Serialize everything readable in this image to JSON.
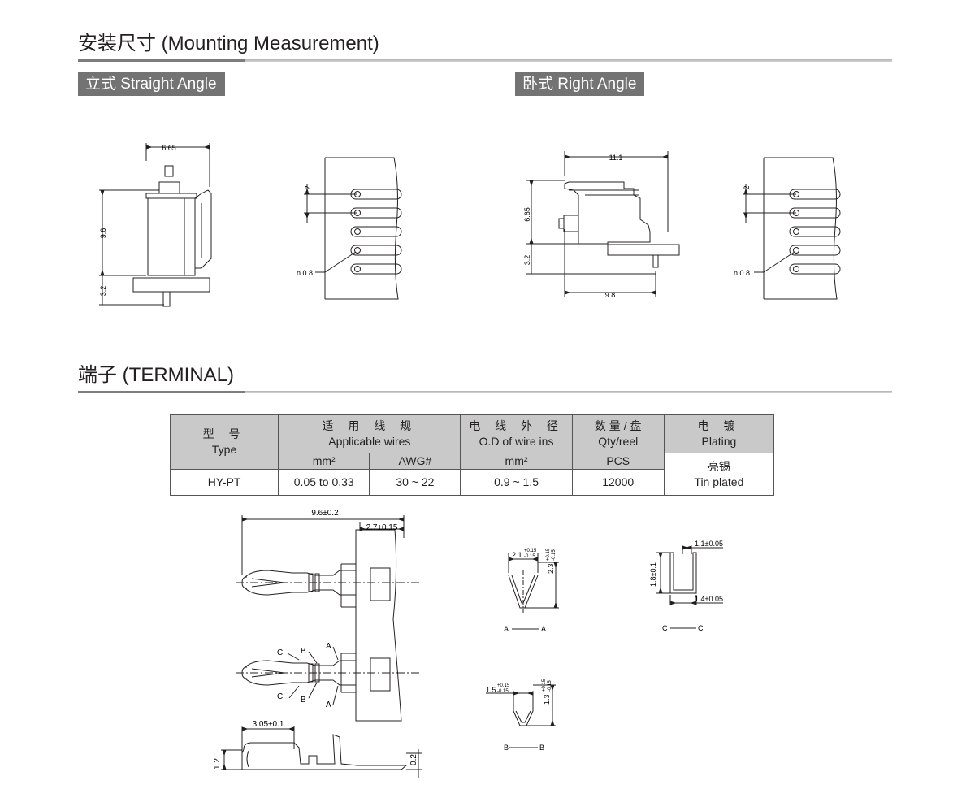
{
  "sections": {
    "mounting": {
      "title": "安装尺寸  (Mounting Measurement)"
    },
    "terminal": {
      "title": "端子  (TERMINAL)"
    }
  },
  "tags": {
    "straight": "立式 Straight Angle",
    "right": "卧式 Right Angle"
  },
  "straight_view": {
    "width": "6.65",
    "height": "9.6",
    "pin": "3.2"
  },
  "straight_pcb": {
    "pitch": "2",
    "hole": "n 0.8"
  },
  "right_view": {
    "length": "11.1",
    "height": "6.65",
    "pin": "3.2",
    "base": "9.8"
  },
  "right_pcb": {
    "pitch": "2",
    "hole": "n 0.8"
  },
  "table": {
    "type_cn": "型 号",
    "type_en": "Type",
    "wires_cn": "适 用 线 规",
    "wires_en": "Applicable wires",
    "od_cn": "电 线 外 径",
    "od_en": "O.D of wire ins",
    "qty_cn": "数 量 / 盘",
    "qty_en": "Qty/reel",
    "plating_cn": "电 镀",
    "plating_en": "Plating",
    "sub_mm": "mm²",
    "sub_awg": "AWG#",
    "sub_od": "mm²",
    "sub_pcs": "PCS",
    "plating_val_cn": "亮锡",
    "plating_val_en": "Tin plated",
    "row": {
      "type": "HY-PT",
      "mm2": "0.05 to 0.33",
      "awg": "30 ~ 22",
      "od": "0.9 ~ 1.5",
      "pcs": "12000"
    }
  },
  "terminal_drawing": {
    "total": "9.6±0.2",
    "tab": "2.7±0.15",
    "crimp": "3.05±0.1",
    "height": "1.2",
    "thickness": "0.2",
    "label_a": "A",
    "label_b": "B",
    "label_c": "C"
  },
  "section_aa": {
    "width": "2.1",
    "width_tol_up": "+0.15",
    "width_tol_dn": "-0.15",
    "height": "2.3",
    "height_tol_up": "+0.15",
    "height_tol_dn": "-0.15",
    "caption_l": "A",
    "caption_r": "A"
  },
  "section_bb": {
    "width": "1.5",
    "width_tol_up": "+0.15",
    "width_tol_dn": "-0.15",
    "height": "1.3",
    "height_tol_up": "+0.15",
    "height_tol_dn": "-0.15",
    "caption_l": "B",
    "caption_r": "B"
  },
  "section_cc": {
    "top": "1.1±0.05",
    "height": "1.8±0.1",
    "bottom": "1.4±0.05",
    "caption_l": "C",
    "caption_r": "C"
  }
}
